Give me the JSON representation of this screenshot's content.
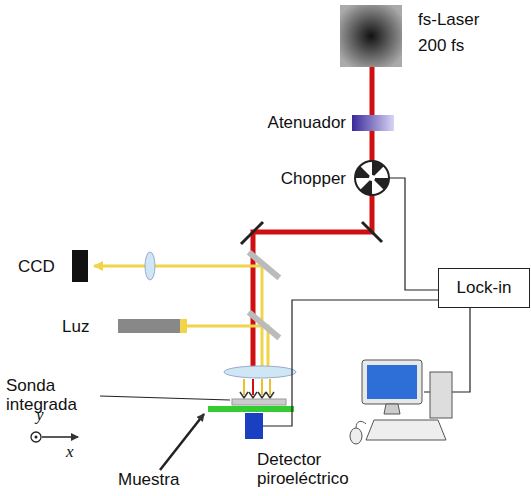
{
  "diagram": {
    "nodes": [
      {
        "text": [
          "Lock-in"
        ]
      }
    ],
    "labels": [
      "fs-Laser",
      "200 fs",
      "Atenuador",
      "Chopper",
      "CCD",
      "Luz",
      "Sonda integrada",
      "y",
      "x",
      "Muestra",
      "Detector piroeléctrico"
    ]
  }
}
